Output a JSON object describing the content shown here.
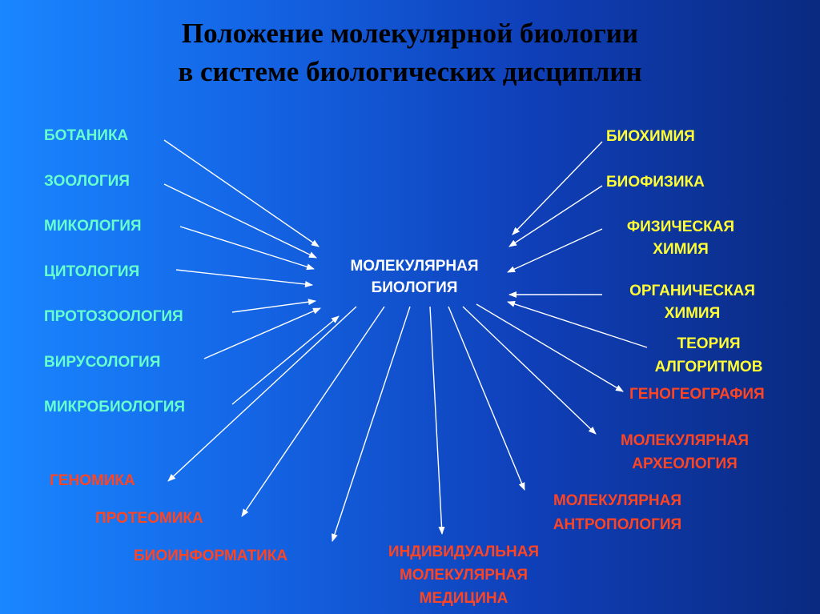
{
  "title": {
    "line1": "Положение молекулярной биологии",
    "line2": "в системе биологических дисциплин"
  },
  "center": {
    "line1": "МОЛЕКУЛЯРНАЯ",
    "line2": "БИОЛОГИЯ"
  },
  "left_inputs": [
    "БОТАНИКА",
    "ЗООЛОГИЯ",
    "МИКОЛОГИЯ",
    "ЦИТОЛОГИЯ",
    "ПРОТОЗООЛОГИЯ",
    "ВИРУСОЛОГИЯ",
    "МИКРОБИОЛОГИЯ"
  ],
  "right_inputs": {
    "biochem": "БИОХИМИЯ",
    "biophys": "БИОФИЗИКА",
    "physchem1": "ФИЗИЧЕСКАЯ",
    "physchem2": "ХИМИЯ",
    "orgchem1": "ОРГАНИЧЕСКАЯ",
    "orgchem2": "ХИМИЯ",
    "algo1": "ТЕОРИЯ",
    "algo2": "АЛГОРИТМОВ"
  },
  "outputs": {
    "genomics": "ГЕНОМИКА",
    "proteomics": "ПРОТЕОМИКА",
    "bioinf": "БИОИНФОРМАТИКА",
    "med1": "ИНДИВИДУАЛЬНАЯ",
    "med2": "МОЛЕКУЛЯРНАЯ",
    "med3": "МЕДИЦИНА",
    "anthro1": "МОЛЕКУЛЯРНАЯ",
    "anthro2": "АНТРОПОЛОГИЯ",
    "arch1": "МОЛЕКУЛЯРНАЯ",
    "arch2": "АРХЕОЛОГИЯ",
    "geo": "ГЕНОГЕОГРАФИЯ"
  },
  "colors": {
    "background_left": "#1a86ff",
    "background_right": "#0a2a80",
    "left_labels": "#66ffcc",
    "right_labels": "#ffff33",
    "output_labels": "#ff4422",
    "center_label": "#ffffff",
    "arrows": "#ffffff"
  }
}
